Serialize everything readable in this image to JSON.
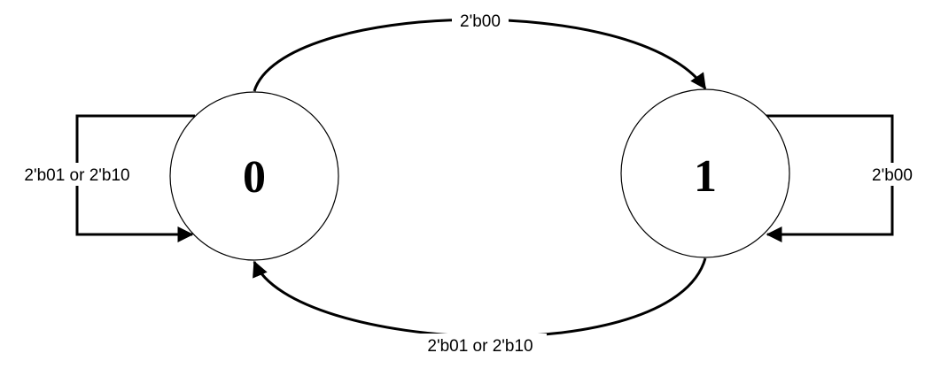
{
  "diagram": {
    "colors": {
      "stroke": "#000000",
      "background": "#ffffff"
    },
    "states": [
      {
        "id": "s0",
        "label": "0"
      },
      {
        "id": "s1",
        "label": "1"
      }
    ],
    "transitions": [
      {
        "from": "0",
        "to": "1",
        "label": "2'b00"
      },
      {
        "from": "1",
        "to": "0",
        "label": "2'b01 or 2'b10"
      },
      {
        "from": "0",
        "to": "0",
        "label": "2'b01 or 2'b10"
      },
      {
        "from": "1",
        "to": "1",
        "label": "2'b00"
      }
    ]
  }
}
